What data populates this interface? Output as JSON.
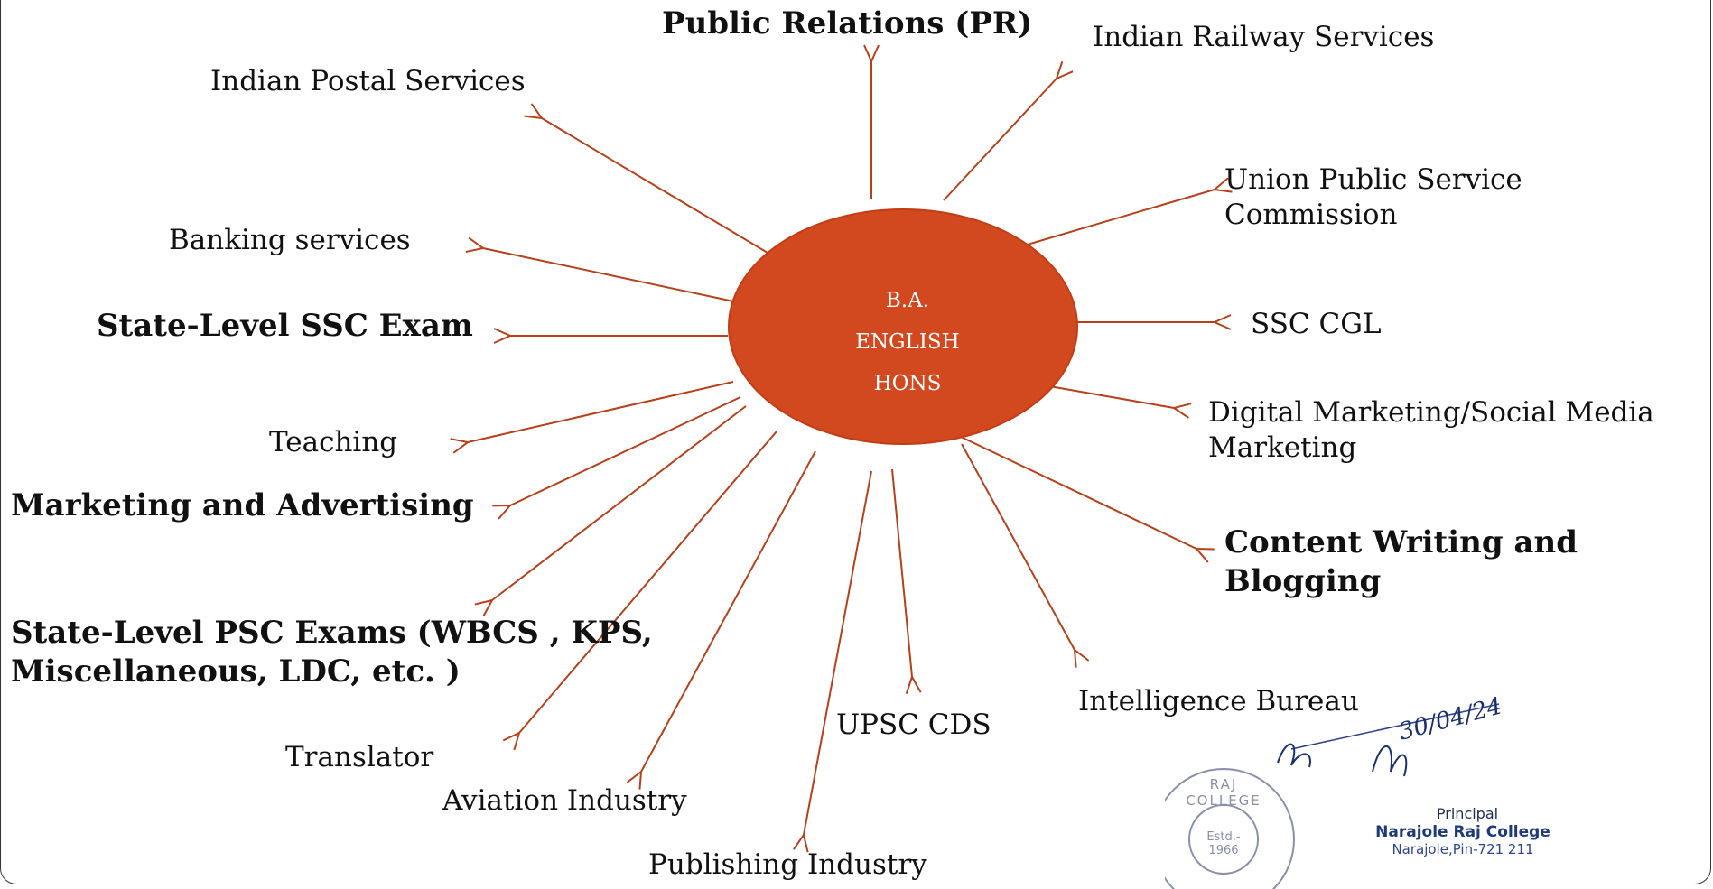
{
  "diagram": {
    "center": {
      "lines": [
        "B.A.",
        "ENGLISH",
        "HONS"
      ],
      "fill": "#d2491f"
    },
    "arrow_color": "#b5401a",
    "careers": [
      {
        "id": "pr",
        "text": [
          "Public Relations (PR)"
        ],
        "bold": true
      },
      {
        "id": "railway",
        "text": [
          "Indian Railway Services"
        ],
        "bold": false
      },
      {
        "id": "postal",
        "text": [
          "Indian Postal Services"
        ],
        "bold": false
      },
      {
        "id": "upsc",
        "text": [
          "Union Public Service",
          "Commission"
        ],
        "bold": false
      },
      {
        "id": "banking",
        "text": [
          "Banking services"
        ],
        "bold": false
      },
      {
        "id": "state-ssc",
        "text": [
          "State-Level SSC Exam"
        ],
        "bold": true
      },
      {
        "id": "ssc-cgl",
        "text": [
          "SSC CGL"
        ],
        "bold": false
      },
      {
        "id": "digital",
        "text": [
          "Digital Marketing/Social Media",
          "Marketing"
        ],
        "bold": false
      },
      {
        "id": "teaching",
        "text": [
          "Teaching"
        ],
        "bold": false
      },
      {
        "id": "marketing",
        "text": [
          "Marketing and Advertising"
        ],
        "bold": true
      },
      {
        "id": "content",
        "text": [
          "Content Writing and",
          "Blogging"
        ],
        "bold": true
      },
      {
        "id": "psc",
        "text": [
          "State-Level PSC Exams (WBCS , KPS,",
          "Miscellaneous,  LDC,  etc. )"
        ],
        "bold": true
      },
      {
        "id": "intelligence",
        "text": [
          "Intelligence Bureau"
        ],
        "bold": false
      },
      {
        "id": "cds",
        "text": [
          "UPSC CDS"
        ],
        "bold": false
      },
      {
        "id": "translator",
        "text": [
          "Translator"
        ],
        "bold": false
      },
      {
        "id": "aviation",
        "text": [
          "Aviation Industry"
        ],
        "bold": false
      },
      {
        "id": "publishing",
        "text": [
          "Publishing Industry"
        ],
        "bold": false
      }
    ]
  },
  "stamp": {
    "title": "Principal",
    "college": "Narajole Raj College",
    "address": "Narajole,Pin-721 211",
    "seal_ring": "RAJ COLLEGE",
    "seal_center": "Estd.- 1966",
    "signature_date": "30/04/24",
    "ink_color": "#1e3a7a"
  }
}
